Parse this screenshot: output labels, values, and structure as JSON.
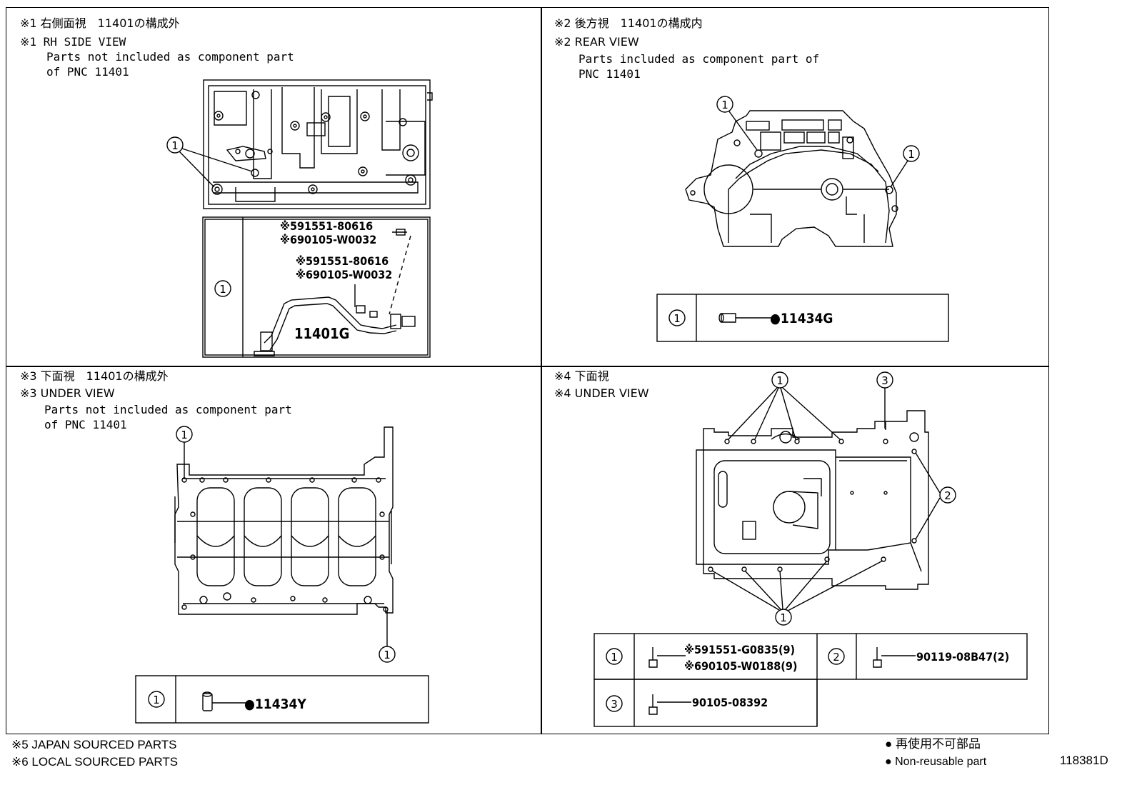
{
  "panel1": {
    "title_jp": "※1 右側面視　11401の構成外",
    "title_en": "※1 RH SIDE VIEW",
    "note_line1": "Parts not included as component part",
    "note_line2": "of PNC 11401",
    "callout": "1",
    "legend_index": "1",
    "part_a_line1": "※591551-80616",
    "part_a_line2": "※690105-W0032",
    "part_b_line1": "※591551-80616",
    "part_b_line2": "※690105-W0032",
    "part_main": "11401G"
  },
  "panel2": {
    "title_jp": "※2 後方視　11401の構成内",
    "title_en": "※2 REAR VIEW",
    "note_line1": "Parts included as component part of",
    "note_line2": "PNC 11401",
    "callout_left": "1",
    "callout_right": "1",
    "legend_index": "1",
    "part": "●11434G"
  },
  "panel3": {
    "title_jp": "※3 下面視　11401の構成外",
    "title_en": "※3 UNDER VIEW",
    "note_line1": "Parts not included as component part",
    "note_line2": "of PNC 11401",
    "callout_top": "1",
    "callout_bottom": "1",
    "legend_index": "1",
    "part": "●11434Y"
  },
  "panel4": {
    "title_jp": "※4 下面視",
    "title_en": "※4 UNDER VIEW",
    "callout_top_1": "1",
    "callout_top_3": "3",
    "callout_right_2": "2",
    "callout_bottom_1": "1",
    "legend": {
      "idx1": "1",
      "part1_line1": "※591551-G0835(9)",
      "part1_line2": "※690105-W0188(9)",
      "idx2": "2",
      "part2": "90119-08B47(2)",
      "idx3": "3",
      "part3": "90105-08392"
    }
  },
  "footer": {
    "note5": "※5 JAPAN SOURCED PARTS",
    "note6": "※6 LOCAL SOURCED PARTS",
    "nonreusable_jp": "● 再使用不可部品",
    "nonreusable_en": "● Non-reusable part",
    "drawing_no": "118381D"
  }
}
